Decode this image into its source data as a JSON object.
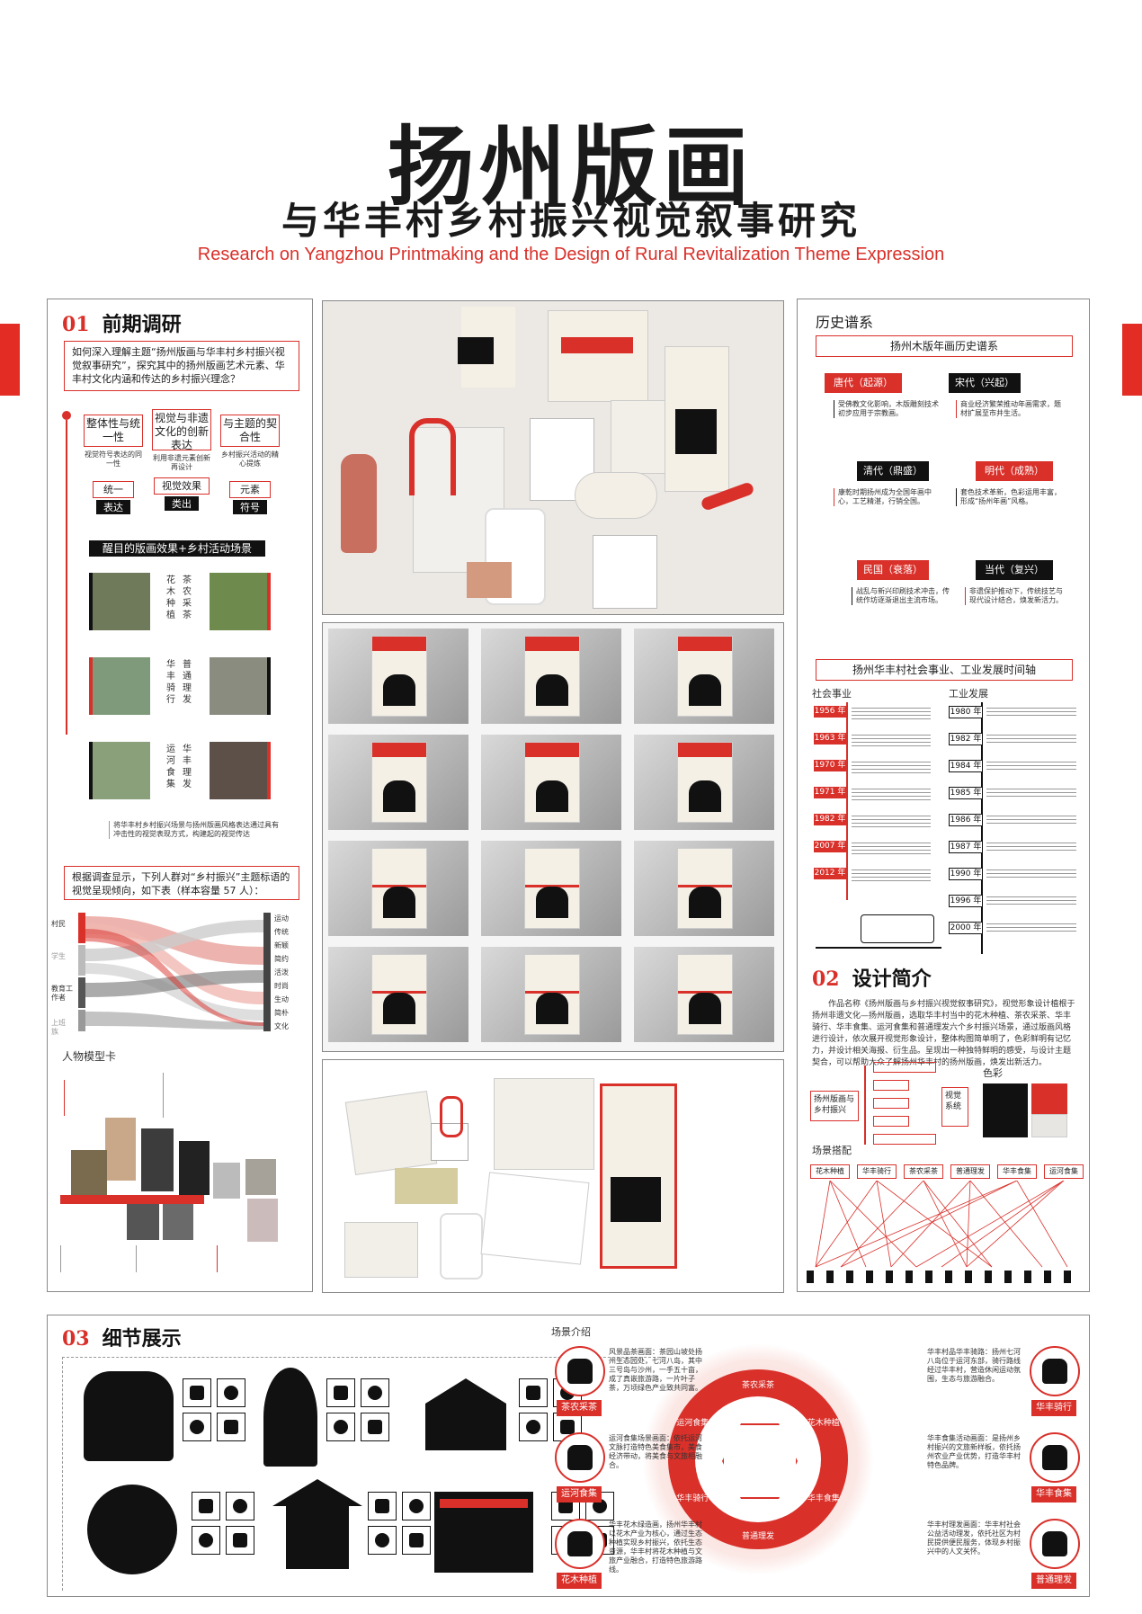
{
  "header": {
    "title": "扬州版画",
    "subtitle": "与华丰村乡村振兴视觉叙事研究",
    "subtitle_en": "Research on Yangzhou Printmaking and the Design of Rural Revitalization Theme Expression"
  },
  "section1": {
    "num": "01",
    "title": "前期调研",
    "question": "如何深入理解主题“扬州版画与华丰村乡村振兴视觉叙事研究”，探究其中的扬州版画艺术元素、华丰村文化内涵和传达的乡村振兴理念？",
    "principles": [
      {
        "label": "整体性与统一性",
        "desc": "视觉符号表达的同一性",
        "result": "统一",
        "tag": "表达"
      },
      {
        "label": "视觉与非遗文化的创新表达",
        "desc": "利用非遗元素创新再设计",
        "result": "视觉效果",
        "tag": "类出"
      },
      {
        "label": "与主题的契合性",
        "desc": "乡村振兴活动的精心提炼",
        "result": "元素",
        "tag": "符号"
      }
    ],
    "target_bar": "醒目的版画效果+乡村活动场景",
    "scene_labels": [
      "茶农采茶",
      "花木种植",
      "华丰骑行",
      "普通理发",
      "运河食集",
      "华丰理发"
    ],
    "scene_note": "将华丰村乡村振兴场景与扬州版画风格表达通过具有冲击性的视觉表现方式，构建起的视觉传达",
    "survey_text": "根据调查显示，下列人群对“乡村振兴”主题标语的视觉呈现倾向，如下表（样本容量 57 人）：",
    "survey_left": [
      "村民",
      "学生",
      "教育工作者",
      "上班族"
    ],
    "survey_right": [
      "运动",
      "传统",
      "新颖",
      "简约",
      "活泼",
      "时尚",
      "生动",
      "简朴",
      "文化"
    ],
    "persona_title": "人物模型卡"
  },
  "history": {
    "title": "历史谱系",
    "subtitle": "扬州木版年画历史谱系",
    "eras": [
      {
        "name": "唐代（起源）",
        "text": "受佛教文化影响，木版雕刻技术初步应用于宗教画。"
      },
      {
        "name": "宋代（兴起）",
        "text": "商业经济繁荣推动年画需求，题材扩展至市井生活。"
      },
      {
        "name": "清代（鼎盛）",
        "text": "康乾时期扬州成为全国年画中心，工艺精湛，行销全国。"
      },
      {
        "name": "明代（成熟）",
        "text": "套色技术革新，色彩运用丰富，形成“扬州年画”风格。"
      },
      {
        "name": "民国（衰落）",
        "text": "战乱与新兴印刷技术冲击，传统作坊逐渐退出主流市场。"
      },
      {
        "name": "当代（复兴）",
        "text": "非遗保护推动下，传统技艺与现代设计结合，焕发新活力。"
      }
    ],
    "timeline_title": "扬州华丰村社会事业、工业发展时间轴",
    "social_label": "社会事业",
    "industry_label": "工业发展",
    "social_years": [
      "1956 年",
      "1963 年",
      "1970 年",
      "1971 年",
      "1982 年",
      "2007 年",
      "2012 年"
    ],
    "industry_years": [
      "1980 年",
      "1982 年",
      "1984 年",
      "1985 年",
      "1986 年",
      "1987 年",
      "1990 年",
      "1996 年",
      "2000 年"
    ]
  },
  "section2": {
    "num": "02",
    "title": "设计简介",
    "text": "作品名称《扬州版画与乡村振兴视觉叙事研究》，视觉形象设计植根于扬州非遗文化—扬州版画，选取华丰村当中的花木种植、茶农采茶、华丰骑行、华丰食集、运河食集和普通理发六个乡村振兴场景，通过版画风格进行设计，依次展开视觉形象设计，整体构图简单明了，色彩鲜明有记忆力，并设计相关海报、衍生品。呈现出一种独特鲜明的感受，与设计主题契合，可以帮助大众了解扬州华丰村的扬州版画，焕发出新活力。",
    "color_label": "色彩",
    "colors": [
      "#111111",
      "#d9302a",
      "#e8e6e2"
    ],
    "system_left": "扬州版画与乡村振兴",
    "system_right": "视觉系统",
    "scene_match_label": "场景搭配",
    "scene_tags": [
      "花木种植",
      "华丰骑行",
      "茶农采茶",
      "普通理发",
      "华丰食集",
      "运河食集"
    ]
  },
  "section3": {
    "num": "03",
    "title": "细节展示",
    "scene_intro_label": "场景介绍",
    "ring_labels": [
      "茶农采茶",
      "花木种植",
      "华丰食集",
      "普通理发",
      "华丰骑行",
      "运河食集"
    ],
    "scenes": [
      {
        "tag": "茶农采茶",
        "text": "风景品茶画面：茶园山坡处扬州生态园处，七河八岛，其中三号岛与沙州，一手五十亩，成了真嵌旅游路，一片叶子茶，万顷绿色产业致共同富。"
      },
      {
        "tag": "华丰骑行",
        "text": "华丰村品华丰骑路：扬州七河八岛位于运河东部，骑行路线经过华丰村，营造休闲运动氛围，生态与旅游融合。"
      },
      {
        "tag": "运河食集",
        "text": "运河食集场景画面：依托运河文脉打造特色美食集市，美食经济带动，将美食与文旅相融合。"
      },
      {
        "tag": "华丰食集",
        "text": "华丰食集活动画面：是扬州乡村振兴的文旅新样板，依托扬州农业产业优势，打造华丰村特色品牌。"
      },
      {
        "tag": "花木种植",
        "text": "华丰花木绿造画，扬州华丰村以花木产业为核心，通过生态种植实现乡村振兴，依托生态资源，华丰村将花木种植与文旅产业融合，打造特色旅游路线。"
      },
      {
        "tag": "普通理发",
        "text": "华丰村理发画面：华丰村社会公益活动理发，依托社区为村民提供便民服务，体现乡村振兴中的人文关怀。"
      }
    ]
  }
}
